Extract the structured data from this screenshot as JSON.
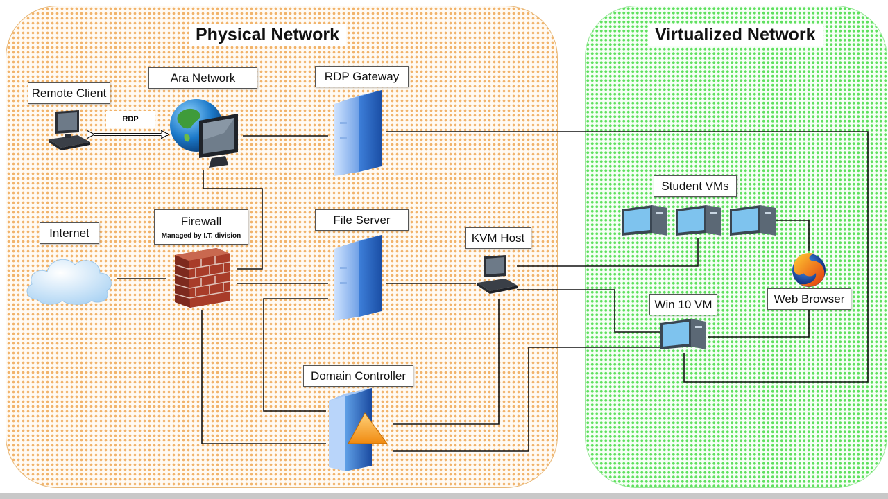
{
  "diagram": {
    "regions": {
      "physical": "Physical Network",
      "virtualized": "Virtualized Network"
    },
    "nodes": {
      "remote_client": "Remote Client",
      "ara_network": "Ara Network",
      "rdp_gateway": "RDP Gateway",
      "internet": "Internet",
      "firewall": "Firewall",
      "firewall_note": "Managed by I.T. division",
      "file_server": "File Server",
      "kvm_host": "KVM Host",
      "domain_controller": "Domain Controller",
      "student_vms": "Student VMs",
      "web_browser": "Web Browser",
      "win10_vm": "Win 10 VM"
    },
    "edge_labels": {
      "rdp": "RDP"
    },
    "icons": [
      "desktop-computer-icon",
      "globe-icon",
      "monitor-icon",
      "server-icon",
      "cloud-icon",
      "brick-firewall-icon",
      "domain-controller-icon",
      "virtual-machine-icon",
      "firefox-browser-icon"
    ]
  }
}
